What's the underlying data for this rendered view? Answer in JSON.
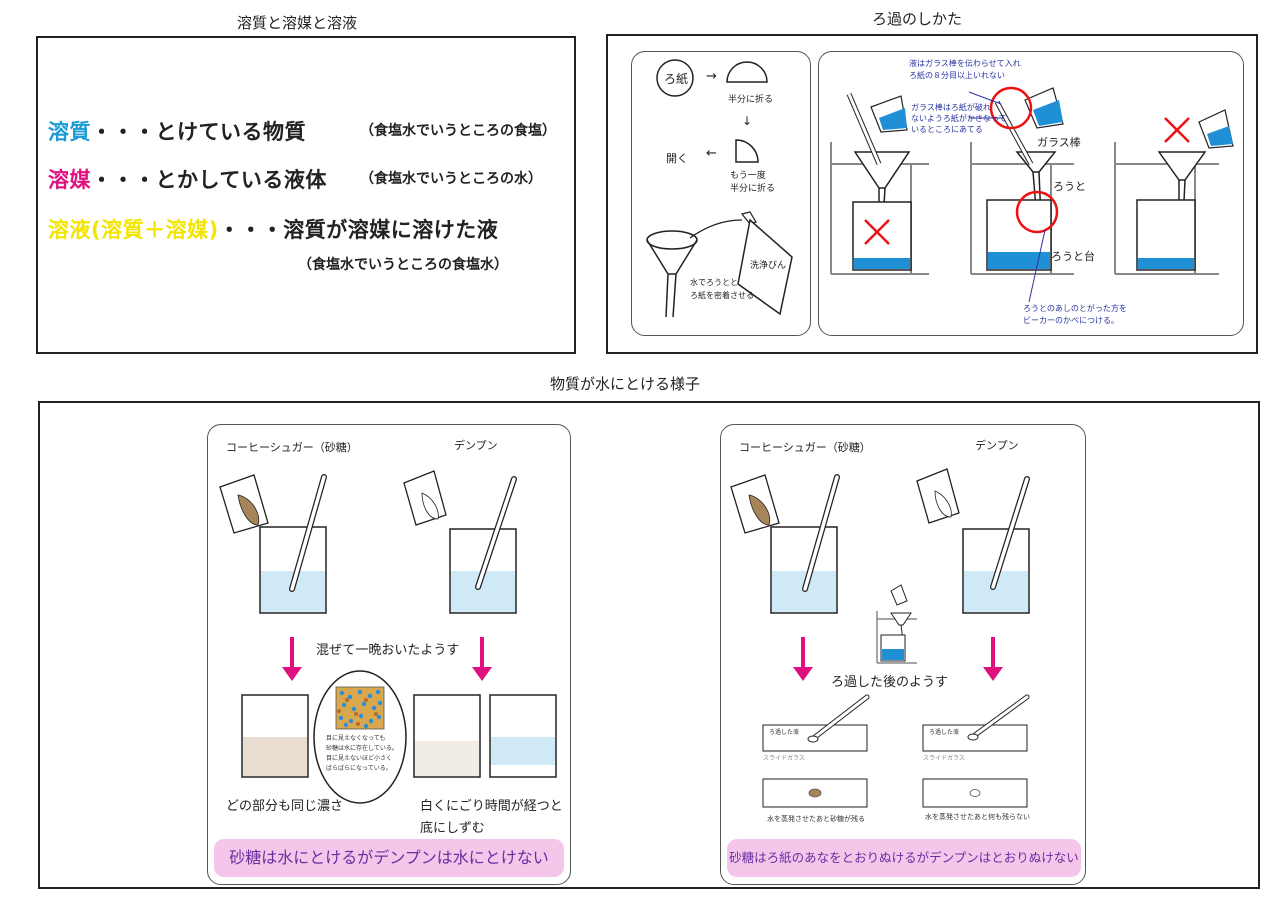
{
  "sections": {
    "solute_title": "溶質と溶媒と溶液",
    "filter_title": "ろ過のしかた",
    "dissolve_title": "物質が水にとける様子"
  },
  "definitions": [
    {
      "term": "溶質",
      "rest": "・・・とけている物質",
      "note": "（食塩水でいうところの食塩）",
      "color": "#1a9ad6"
    },
    {
      "term": "溶媒",
      "rest": "・・・とかしている液体",
      "note": "（食塩水でいうところの水）",
      "color": "#e0117f"
    },
    {
      "term": "溶液(溶質＋溶媒)",
      "rest": "・・・溶質が溶媒に溶けた液",
      "note": "（食塩水でいうところの食塩水）",
      "color": "#f2e600"
    }
  ],
  "filter_paper": {
    "circle_label": "ろ紙",
    "arrow1": "→",
    "step1": "半分に折る",
    "arrow2": "↓",
    "open_label": "開く",
    "arrow3": "←",
    "step2_line1": "もう一度",
    "step2_line2": "半分に折る",
    "bottle_label": "洗浄びん",
    "wet_line1": "水でろうとと",
    "wet_line2": "ろ紙を密着させる"
  },
  "filter_method": {
    "note1_line1": "液はガラス棒を伝わらせて入れ",
    "note1_line2": "ろ紙の８分目以上いれない",
    "note2_line1": "ガラス棒はろ紙が破れ",
    "note2_line2": "ないようろ紙がかさなって",
    "note2_line3": "いるところにあてる",
    "glass_rod": "ガラス棒",
    "funnel": "ろうと",
    "stand": "ろうと台",
    "note3_line1": "ろうとのあしのとがった方を",
    "note3_line2": "ビーカーのかべにつける。"
  },
  "left_panel": {
    "sugar_label": "コーヒーシュガー（砂糖）",
    "starch_label": "デンプン",
    "mix_label": "混ぜて一晩おいたようす",
    "zoom_line1": "目に見えなくなっても",
    "zoom_line2": "砂糖は水に存在している。",
    "zoom_line3": "目に見えないほど小さく",
    "zoom_line4": "ばらばらになっている。",
    "same_conc": "どの部分も同じ濃さ",
    "cloudy_line1": "白くにごり時間が経つと",
    "cloudy_line2": "底にしずむ",
    "conclusion": "砂糖は水にとけるがデンプンは水にとけない"
  },
  "right_panel": {
    "sugar_label": "コーヒーシュガー（砂糖）",
    "starch_label": "デンプン",
    "after_label": "ろ過した後のようす",
    "filtrate_label": "ろ過した液",
    "slide_label": "スライドガラス",
    "sugar_remain": "水を蒸発させたあと砂糖が残る",
    "nothing_remain": "水を蒸発させたあと何も残らない",
    "conclusion": "砂糖はろ紙のあなをとおりぬけるがデンプンはとおりぬけない"
  },
  "colors": {
    "water": "#cfe9f7",
    "filtrate": "#1f8fd6",
    "arrow": "#e0117f",
    "warning": "#e11",
    "sugar": "#a8845a",
    "banner": "#f3c6ea"
  }
}
